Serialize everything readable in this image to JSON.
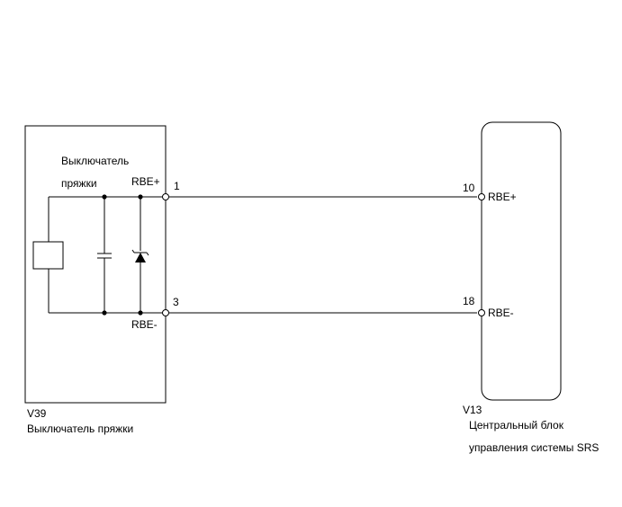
{
  "buckle_switch": {
    "code": "V39",
    "name": "Выключатель пряжки",
    "inner_label_line1": "Выключатель",
    "inner_label_line2": "пряжки",
    "pin_plus": {
      "number": "1",
      "signal": "RBE+"
    },
    "pin_minus": {
      "number": "3",
      "signal": "RBE-"
    }
  },
  "srs_unit": {
    "code": "V13",
    "name_line1": "Центральный блок",
    "name_line2": "управления системы SRS",
    "pin_plus": {
      "number": "10",
      "signal": "RBE+"
    },
    "pin_minus": {
      "number": "18",
      "signal": "RBE-"
    }
  },
  "icons": {
    "switch_element": "rectangle-switch-icon",
    "capacitor": "capacitor-icon",
    "diode": "zener-diode-icon",
    "terminal": "terminal-circle-icon"
  },
  "colors": {
    "line": "#000000",
    "background": "#ffffff"
  }
}
